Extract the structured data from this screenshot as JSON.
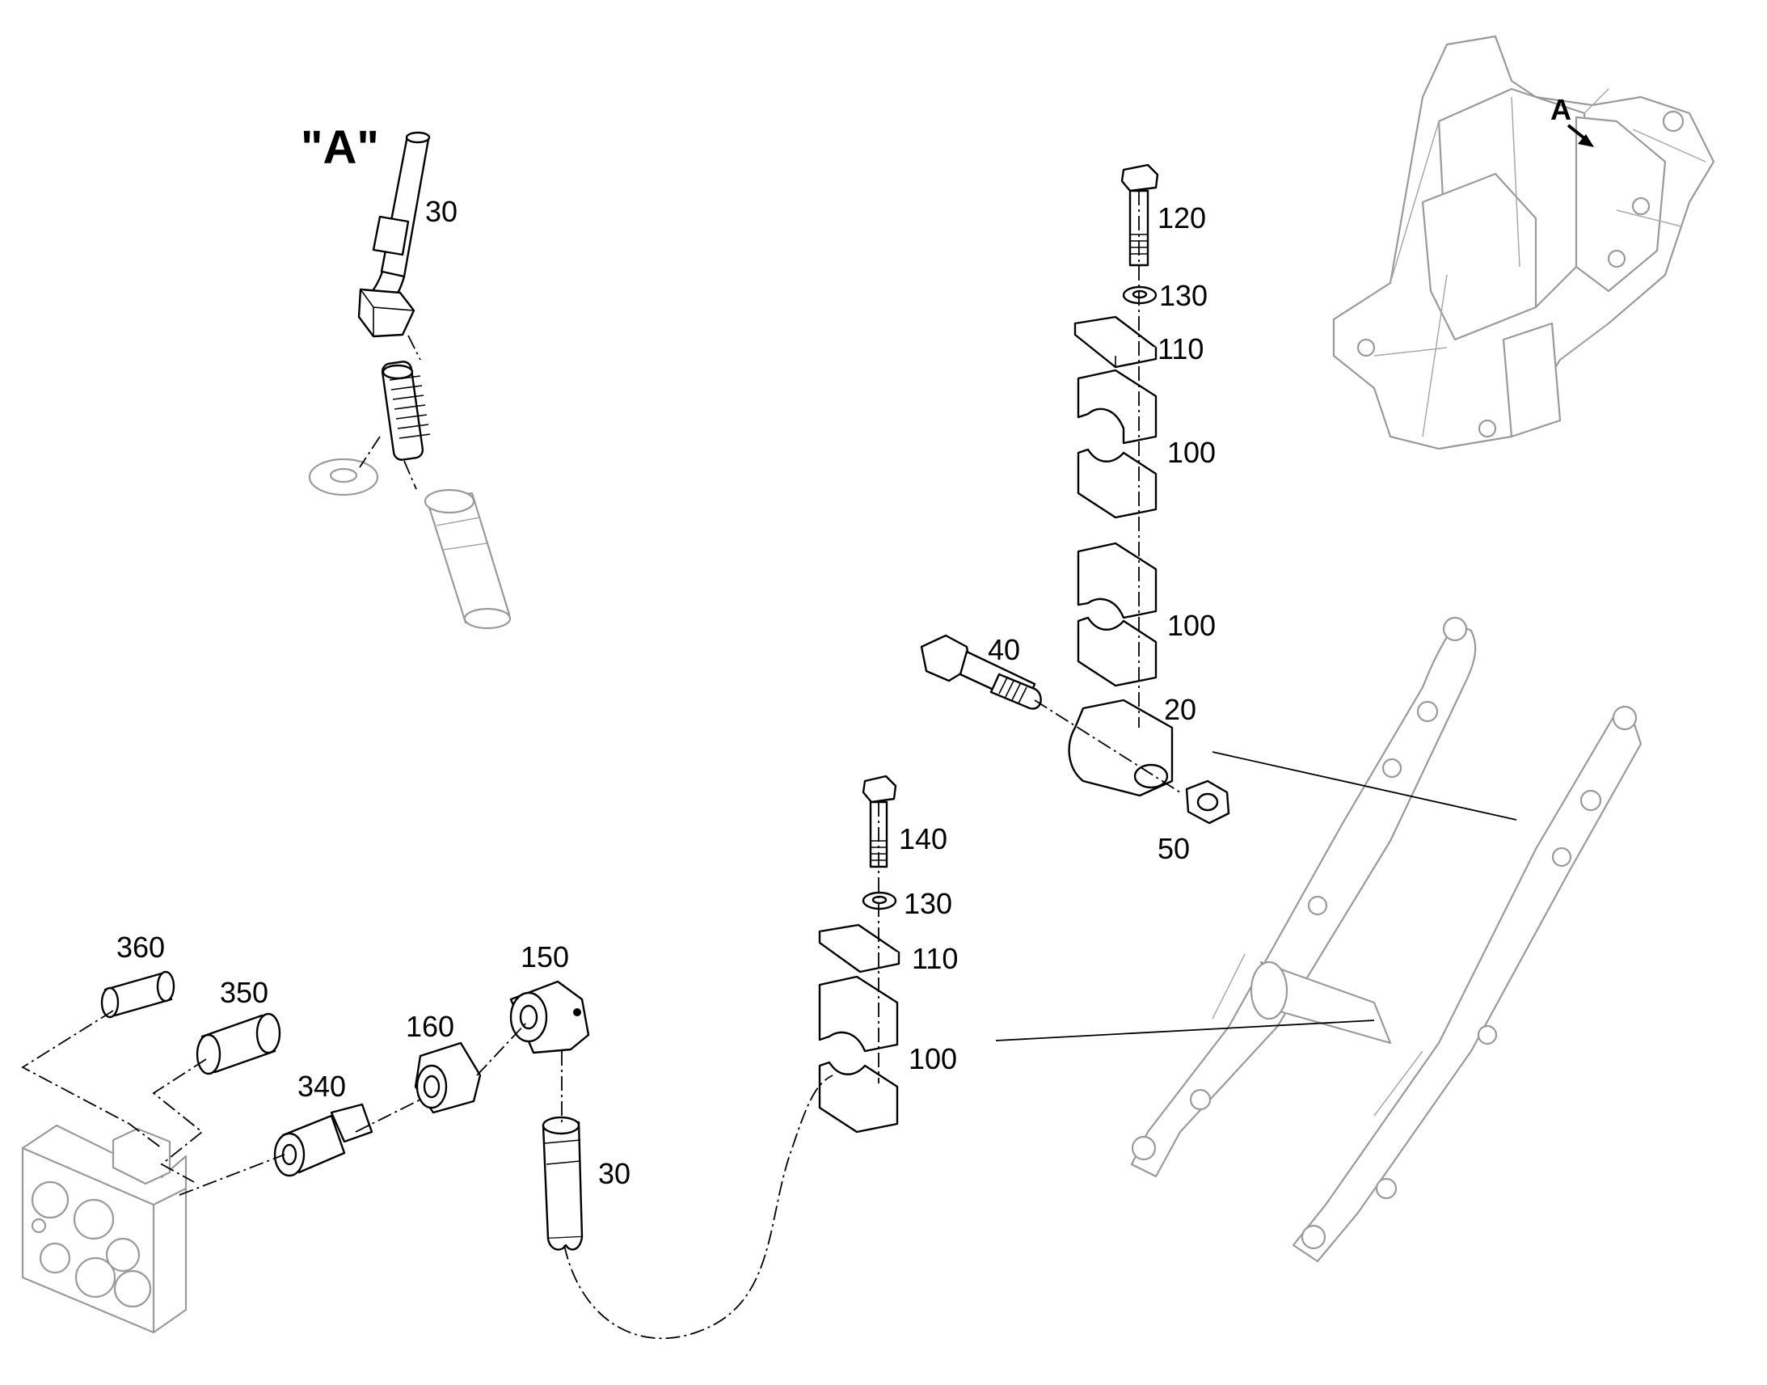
{
  "view_marker": "\"A\"",
  "inset_arrow_label": "A",
  "labels": {
    "p30_top": "30",
    "p120": "120",
    "p130_top": "130",
    "p110_top": "110",
    "p100_a": "100",
    "p100_b": "100",
    "p40": "40",
    "p20": "20",
    "p50": "50",
    "p140": "140",
    "p130_bottom": "130",
    "p110_bottom": "110",
    "p100_c": "100",
    "p360": "360",
    "p350": "350",
    "p150": "150",
    "p160": "160",
    "p340": "340",
    "p30_bottom": "30"
  }
}
